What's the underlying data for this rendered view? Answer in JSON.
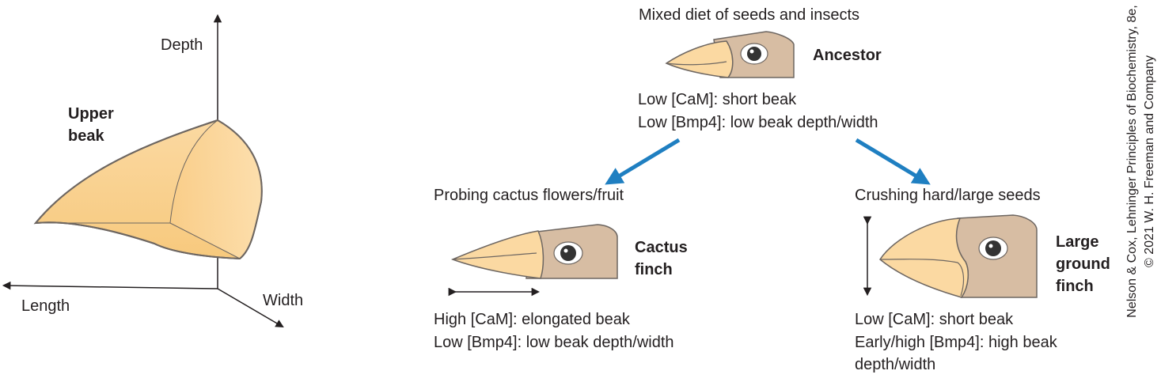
{
  "beak_axes": {
    "label": "Upper\nbeak",
    "depth": "Depth",
    "length": "Length",
    "width": "Width"
  },
  "ancestor": {
    "diet": "Mixed diet of seeds and insects",
    "name": "Ancestor",
    "line1": "Low [CaM]: short beak",
    "line2": "Low [Bmp4]: low beak depth/width"
  },
  "cactus": {
    "diet": "Probing cactus flowers/fruit",
    "name": "Cactus\nfinch",
    "line1": "High [CaM]: elongated beak",
    "line2": "Low [Bmp4]: low beak depth/width"
  },
  "ground": {
    "diet": "Crushing hard/large seeds",
    "name": "Large\nground\nfinch",
    "line1": "Low [CaM]: short beak",
    "line2": "Early/high [Bmp4]: high beak depth/width"
  },
  "credit": {
    "line1": "Nelson & Cox, Lehninger Principles of Biochemistry, 8e,",
    "line2": "© 2021 W. H. Freeman and Company"
  },
  "colors": {
    "beak_fill": "#fbd9a2",
    "beak_shade": "#f6c878",
    "head_fill": "#d7bda3",
    "arrow_blue": "#1f7fc1",
    "outline": "#6d6661"
  }
}
